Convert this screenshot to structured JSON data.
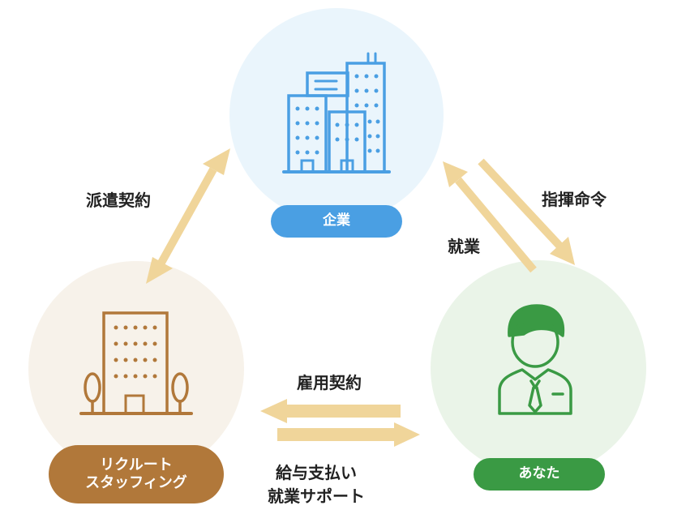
{
  "nodes": {
    "company": {
      "label": "企業"
    },
    "recruit": {
      "label_line1": "リクルート",
      "label_line2": "スタッフィング"
    },
    "you": {
      "label": "あなた"
    }
  },
  "relations": {
    "dispatch_contract": "派遣契約",
    "command": "指揮命令",
    "work": "就業",
    "employment_contract": "雇用契約",
    "support_line1": "給与支払い",
    "support_line2": "就業サポート"
  },
  "colors": {
    "company_circle": "#eaf5fc",
    "company_accent": "#4a9fe3",
    "recruit_circle": "#f7f2ea",
    "recruit_accent": "#b1783a",
    "you_circle": "#eaf4e8",
    "you_accent": "#3a9a44",
    "arrow": "#f0d59a"
  }
}
